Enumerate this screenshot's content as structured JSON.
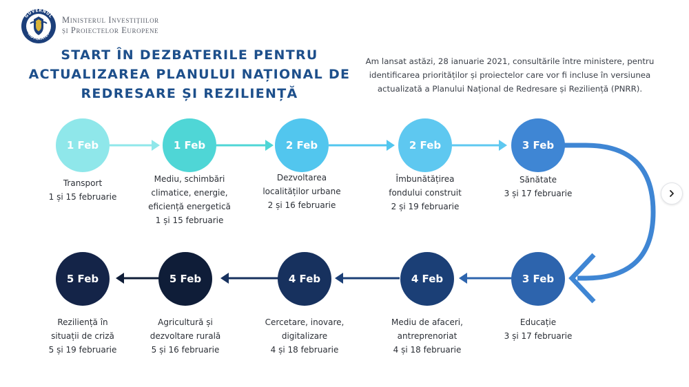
{
  "header": {
    "ministry_line1": "Ministerul Investițiilor",
    "ministry_line2": "și Proiectelor Europene",
    "logo_text_top": "GUVERNUL",
    "logo_text_bottom": "ROMÂNIEI"
  },
  "title": {
    "line1": "START ÎN DEZBATERILE PENTRU",
    "line2": "ACTUALIZAREA PLANULUI NAȚIONAL DE",
    "line3": "REDRESARE ȘI REZILIENȚĂ"
  },
  "intro": {
    "line1": "Am lansat astăzi, 28 ianuarie 2021, consultările între ministere, pentru",
    "line2": "identificarea priorităților și proiectelor care vor fi incluse în versiunea",
    "line3": "actualizată a Planului Național de Redresare și Reziliență (PNRR)."
  },
  "steps": [
    {
      "date": "1 Feb",
      "lines": [
        "Transport",
        "1 și 15 februarie"
      ],
      "color": "#8fe7ea"
    },
    {
      "date": "1 Feb",
      "lines": [
        "Mediu, schimbări",
        "climatice, energie,",
        "eficiență energetică",
        "1 și 15 februarie"
      ],
      "color": "#4fd6d6"
    },
    {
      "date": "2 Feb",
      "lines": [
        "Dezvoltarea",
        "localităților urbane",
        "2 și 16 februarie"
      ],
      "color": "#52c6ee"
    },
    {
      "date": "2 Feb",
      "lines": [
        "Îmbunătățirea",
        "fondului construit",
        "2 și 19 februarie"
      ],
      "color": "#5ec8f0"
    },
    {
      "date": "3 Feb",
      "lines": [
        "Sănătate",
        "3 și 17 februarie"
      ],
      "color": "#3f86d4"
    },
    {
      "date": "3 Feb",
      "lines": [
        "Educație",
        "3 și 17 februarie"
      ],
      "color": "#2d64ad"
    },
    {
      "date": "4 Feb",
      "lines": [
        "Mediu de afaceri,",
        "antreprenoriat",
        "4 și 18 februarie"
      ],
      "color": "#1b3f76"
    },
    {
      "date": "4 Feb",
      "lines": [
        "Cercetare, inovare,",
        "digitalizare",
        "4 și 18 februarie"
      ],
      "color": "#17315e"
    },
    {
      "date": "5 Feb",
      "lines": [
        "Agricultură și",
        "dezvoltare rurală",
        "5 și 16 februarie"
      ],
      "color": "#0f1d38"
    },
    {
      "date": "5 Feb",
      "lines": [
        "Reziliență în",
        "situații de criză",
        "5 și 19 februarie"
      ],
      "color": "#142448"
    }
  ],
  "colors": {
    "title": "#1d4f8b",
    "arrows": [
      "#8fe7ea",
      "#4fd6d6",
      "#52c6ee",
      "#5ec8f0",
      "#3f86d4",
      "#2d64ad",
      "#1b3f76",
      "#17315e",
      "#0f1d38"
    ]
  },
  "nav": {
    "next_icon": "chevron-right-icon"
  }
}
